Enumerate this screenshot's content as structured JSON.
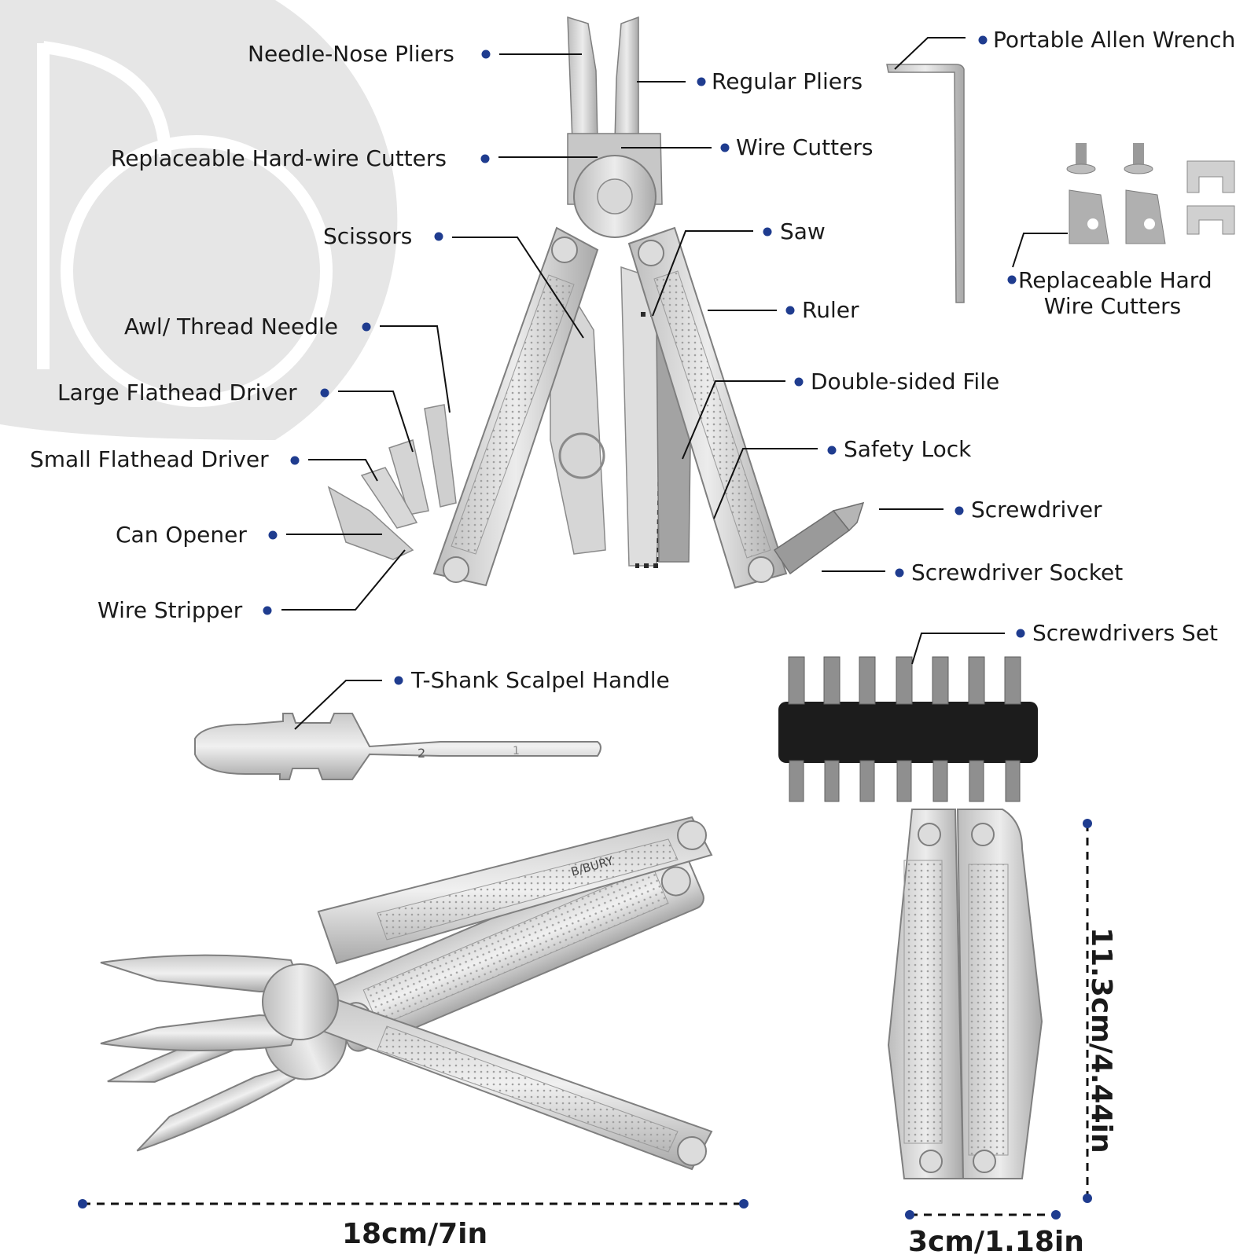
{
  "brand": {
    "logo_text": "B/BURY"
  },
  "labels": {
    "needle_nose_pliers": "Needle-Nose Pliers",
    "regular_pliers": "Regular Pliers",
    "portable_allen_wrench": "Portable Allen Wrench",
    "replaceable_hardwire_cutters": "Replaceable Hard-wire Cutters",
    "wire_cutters": "Wire Cutters",
    "scissors": "Scissors",
    "saw": "Saw",
    "replaceable_hard_wire_cutters_kit_line1": "Replaceable Hard",
    "replaceable_hard_wire_cutters_kit_line2": "Wire Cutters",
    "awl_thread_needle": "Awl/ Thread Needle",
    "ruler": "Ruler",
    "large_flathead_driver": "Large Flathead Driver",
    "double_sided_file": "Double-sided File",
    "small_flathead_driver": "Small Flathead Driver",
    "safety_lock": "Safety Lock",
    "can_opener": "Can Opener",
    "screwdriver": "Screwdriver",
    "screwdriver_socket": "Screwdriver Socket",
    "wire_stripper": "Wire Stripper",
    "screwdrivers_set": "Screwdrivers Set",
    "t_shank_scalpel_handle": "T-Shank Scalpel Handle"
  },
  "dimensions": {
    "open_length": "18cm/7in",
    "closed_width": "3cm/1.18in",
    "closed_height": "11.3cm/4.44in"
  },
  "scalpel_marks": {
    "mark_2": "2",
    "mark_1": "1"
  },
  "colors": {
    "dot": "#1f3c8f",
    "steel_light": "#e4e4e4",
    "steel_mid": "#bdbdbd",
    "steel_dark": "#8a8a8a",
    "holder": "#1c1c1c",
    "watermark": "#e6e6e6"
  }
}
